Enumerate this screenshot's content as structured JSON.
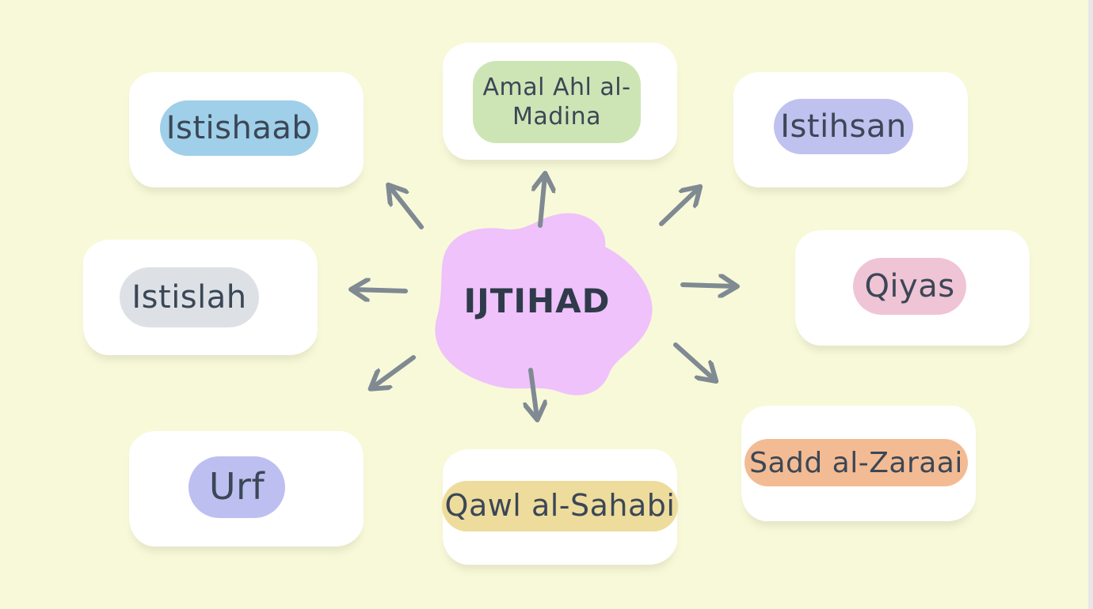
{
  "center": {
    "label": "IJTIHAD",
    "color": "#efc2fb"
  },
  "nodes": {
    "istishaab": {
      "label": "Istishaab",
      "color": "#9fcfe9"
    },
    "amal": {
      "label": "Amal Ahl al-Madina",
      "color": "#cde5b5"
    },
    "istihsan": {
      "label": "Istihsan",
      "color": "#bfc1ef"
    },
    "istislah": {
      "label": "Istislah",
      "color": "#dde1e6"
    },
    "qiyas": {
      "label": "Qiyas",
      "color": "#efc4d5"
    },
    "urf": {
      "label": "Urf",
      "color": "#bcbff0"
    },
    "qawl": {
      "label": "Qawl al-Sahabi",
      "color": "#eedc9c"
    },
    "sadd": {
      "label": "Sadd al-Zaraai",
      "color": "#f3bb93"
    }
  },
  "colors": {
    "background": "#f8f9d9",
    "arrow": "#7f8a92",
    "text": "#3b4756"
  }
}
